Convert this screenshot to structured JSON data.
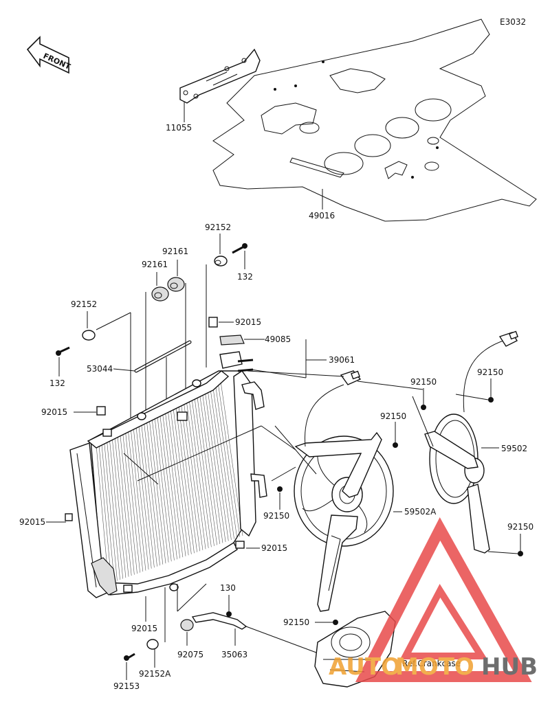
{
  "diagram_code": "E3032",
  "front_label": "FRONT",
  "ref_text": "Ref.Crankcase",
  "watermark": {
    "part1": "AUTO",
    "part2": "MOTO",
    "part3": "HUB",
    "color1": "#f0a030",
    "color2": "#555555",
    "triangle": "#e84b4b"
  },
  "parts": {
    "p11055": "11055",
    "p49016": "49016",
    "p92152_top": "92152",
    "p132_top": "132",
    "p92161_a": "92161",
    "p92161_b": "92161",
    "p92152_left": "92152",
    "p92015_a": "92015",
    "p49085": "49085",
    "p39061": "39061",
    "p132_left": "132",
    "p53044": "53044",
    "p92015_b": "92015",
    "p92150_a": "92150",
    "p92150_b": "92150",
    "p92150_c": "92150",
    "p59502": "59502",
    "p92015_c": "92015",
    "p92150_d": "92150",
    "p59502A": "59502A",
    "p92015_d": "92015",
    "p92150_e": "92150",
    "p130": "130",
    "p92150_f": "92150",
    "p92015_e": "92015",
    "p92075": "92075",
    "p35063": "35063",
    "p92152A": "92152A",
    "p92153": "92153"
  }
}
